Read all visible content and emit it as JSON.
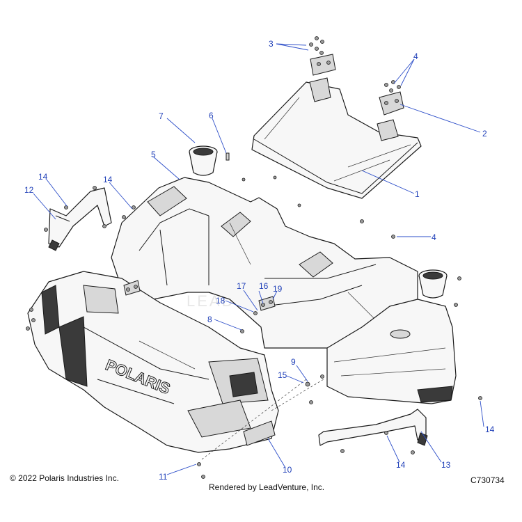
{
  "diagram": {
    "callouts": [
      {
        "label": "1"
      },
      {
        "label": "2"
      },
      {
        "label": "3"
      },
      {
        "label": "4"
      },
      {
        "label": "4"
      },
      {
        "label": "5"
      },
      {
        "label": "6"
      },
      {
        "label": "7"
      },
      {
        "label": "8"
      },
      {
        "label": "9"
      },
      {
        "label": "10"
      },
      {
        "label": "11"
      },
      {
        "label": "12"
      },
      {
        "label": "13"
      },
      {
        "label": "14"
      },
      {
        "label": "14"
      },
      {
        "label": "14"
      },
      {
        "label": "14"
      },
      {
        "label": "15"
      },
      {
        "label": "16"
      },
      {
        "label": "17"
      },
      {
        "label": "18"
      },
      {
        "label": "19"
      }
    ],
    "brand_lettering": "POLARIS",
    "watermark": "LEADVENTURE"
  },
  "footer": {
    "copyright": "© 2022 Polaris Industries Inc.",
    "rendered_by": "Rendered by LeadVenture, Inc.",
    "drawing_number": "C730734"
  },
  "colors": {
    "callout": "#1f3fb8",
    "line": "#1a1a1a",
    "background": "#ffffff"
  }
}
